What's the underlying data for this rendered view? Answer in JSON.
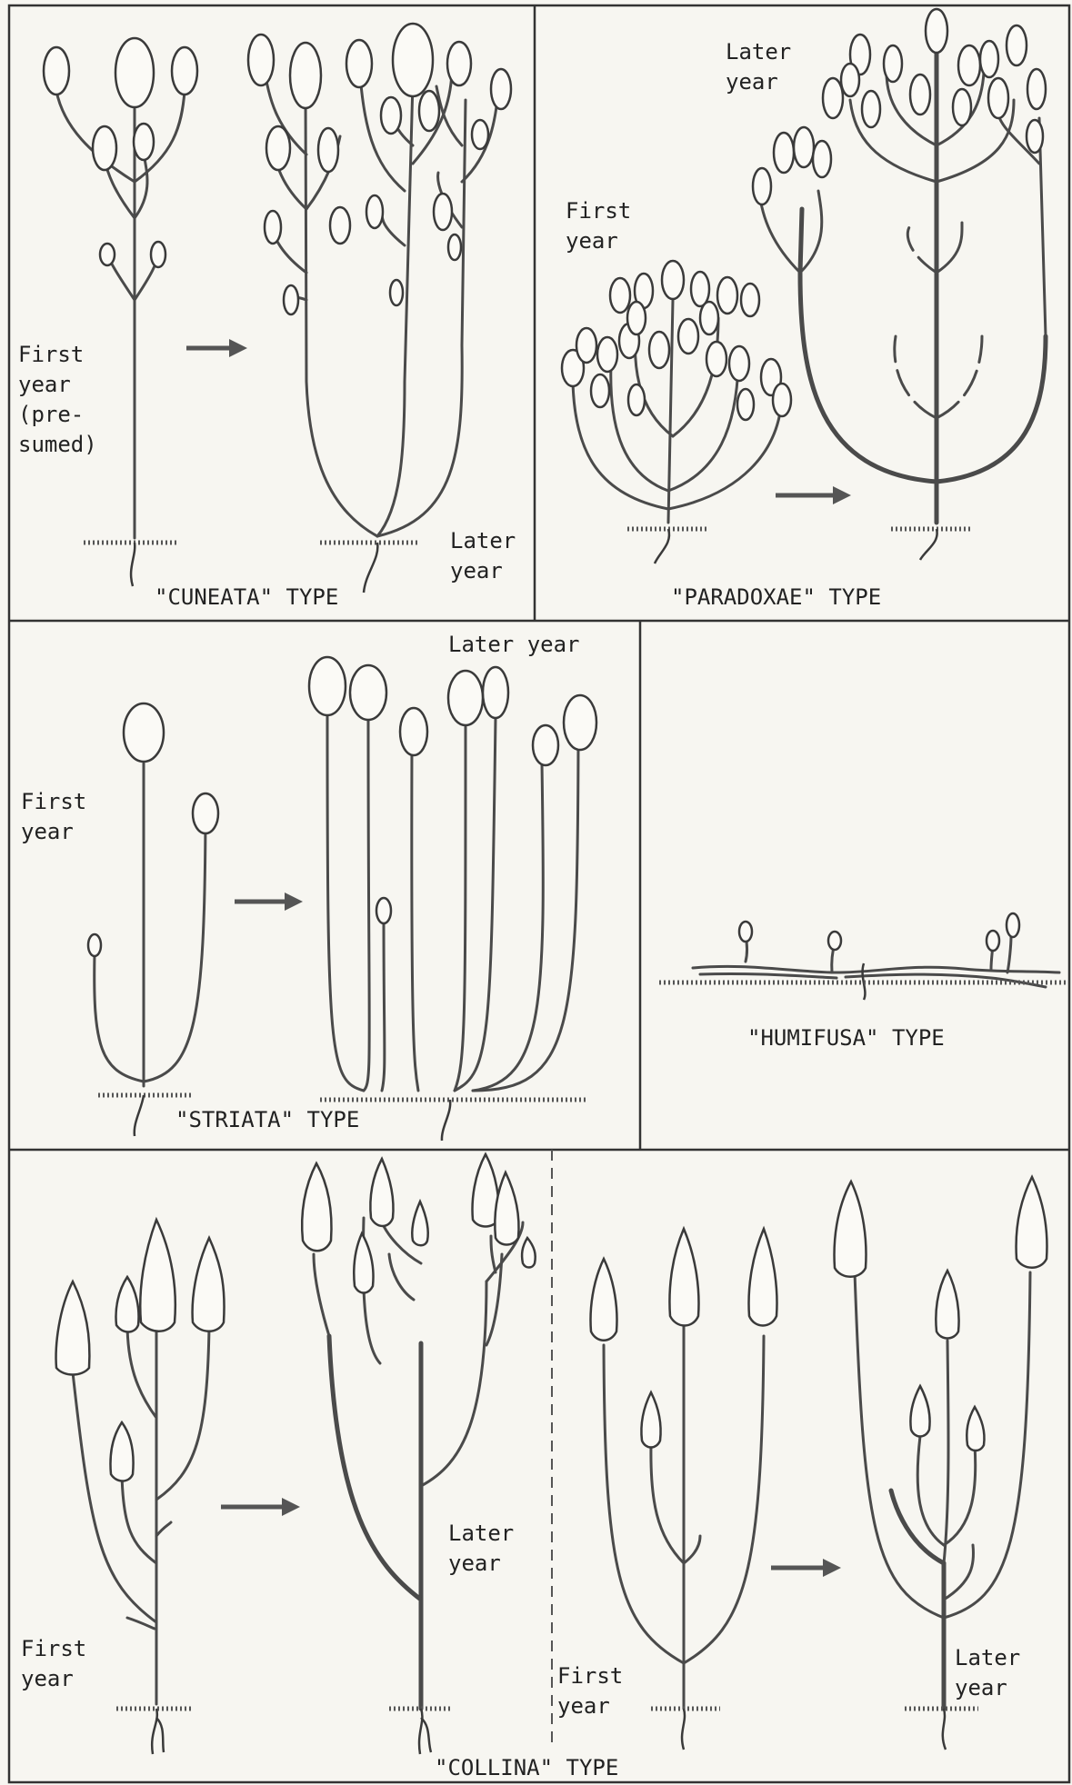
{
  "panels": {
    "cuneata": {
      "type_label": "\"CUNEATA\" TYPE",
      "first_label": [
        "First",
        "year",
        "(pre-",
        "sumed)"
      ],
      "later_label": [
        "Later",
        "year"
      ]
    },
    "paradoxae": {
      "type_label": "\"PARADOXAE\" TYPE",
      "first_label": [
        "First",
        "year"
      ],
      "later_label": [
        "Later",
        "year"
      ]
    },
    "striata": {
      "type_label": "\"STRIATA\" TYPE",
      "first_label": [
        "First",
        "year"
      ],
      "later_label": "Later year"
    },
    "humifusa": {
      "type_label": "\"HUMIFUSA\" TYPE"
    },
    "collina": {
      "type_label": "\"COLLINA\" TYPE",
      "left_first_label": [
        "First",
        "year"
      ],
      "left_later_label": [
        "Later",
        "year"
      ],
      "right_first_label": [
        "First",
        "year"
      ],
      "right_later_label": [
        "Later",
        "year"
      ]
    }
  },
  "colors": {
    "ink": "#3a3a3a",
    "paper": "#f7f6f1"
  }
}
